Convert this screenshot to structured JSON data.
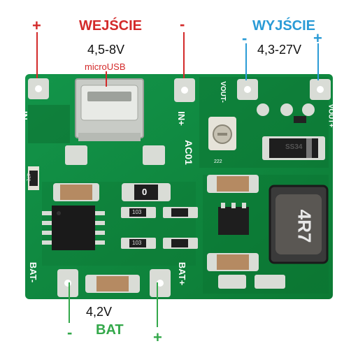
{
  "input": {
    "title": "WEJŚCIE",
    "voltage": "4,5-8V",
    "connector": "microUSB",
    "plus": "+",
    "minus": "-"
  },
  "output": {
    "title": "WYJŚCIE",
    "voltage": "4,3-27V",
    "plus": "+",
    "minus": "-"
  },
  "battery": {
    "title": "BAT",
    "voltage": "4,2V",
    "plus": "+",
    "minus": "-"
  },
  "silkscreen": {
    "in_minus": "IN-",
    "in_plus": "IN+",
    "vout_minus": "VOUT-",
    "vout_plus": "VOUT+",
    "bat_minus": "BAT-",
    "bat_plus": "BAT+",
    "board_id": "AC01",
    "inductor": "4R7",
    "resistor_main": "0",
    "res_a": "103",
    "res_b": "103",
    "res_c": "222",
    "res_d": "472",
    "diode": "SS34"
  },
  "colors": {
    "pcb": "#0f8a3c",
    "pcb_dark": "#0b6e2f",
    "pad": "#d9dcd6",
    "red": "#d32a2a",
    "blue": "#2a9bd6",
    "green": "#33a84a"
  }
}
